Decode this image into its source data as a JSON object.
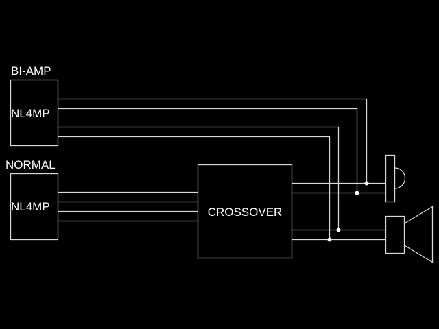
{
  "diagram": {
    "title": "NL4MP speaker wiring: bi-amp vs normal",
    "colors": {
      "background": "#000000",
      "line": "#d8d8d8",
      "text": "#ffffff"
    },
    "bi_amp": {
      "heading": "BI-AMP",
      "connector_label": "NL4MP"
    },
    "normal": {
      "heading": "NORMAL",
      "connector_label": "NL4MP"
    },
    "crossover": {
      "label": "CROSSOVER"
    },
    "speakers": [
      {
        "name": "tweeter",
        "icon": "tweeter-icon"
      },
      {
        "name": "woofer",
        "icon": "woofer-icon"
      }
    ]
  }
}
